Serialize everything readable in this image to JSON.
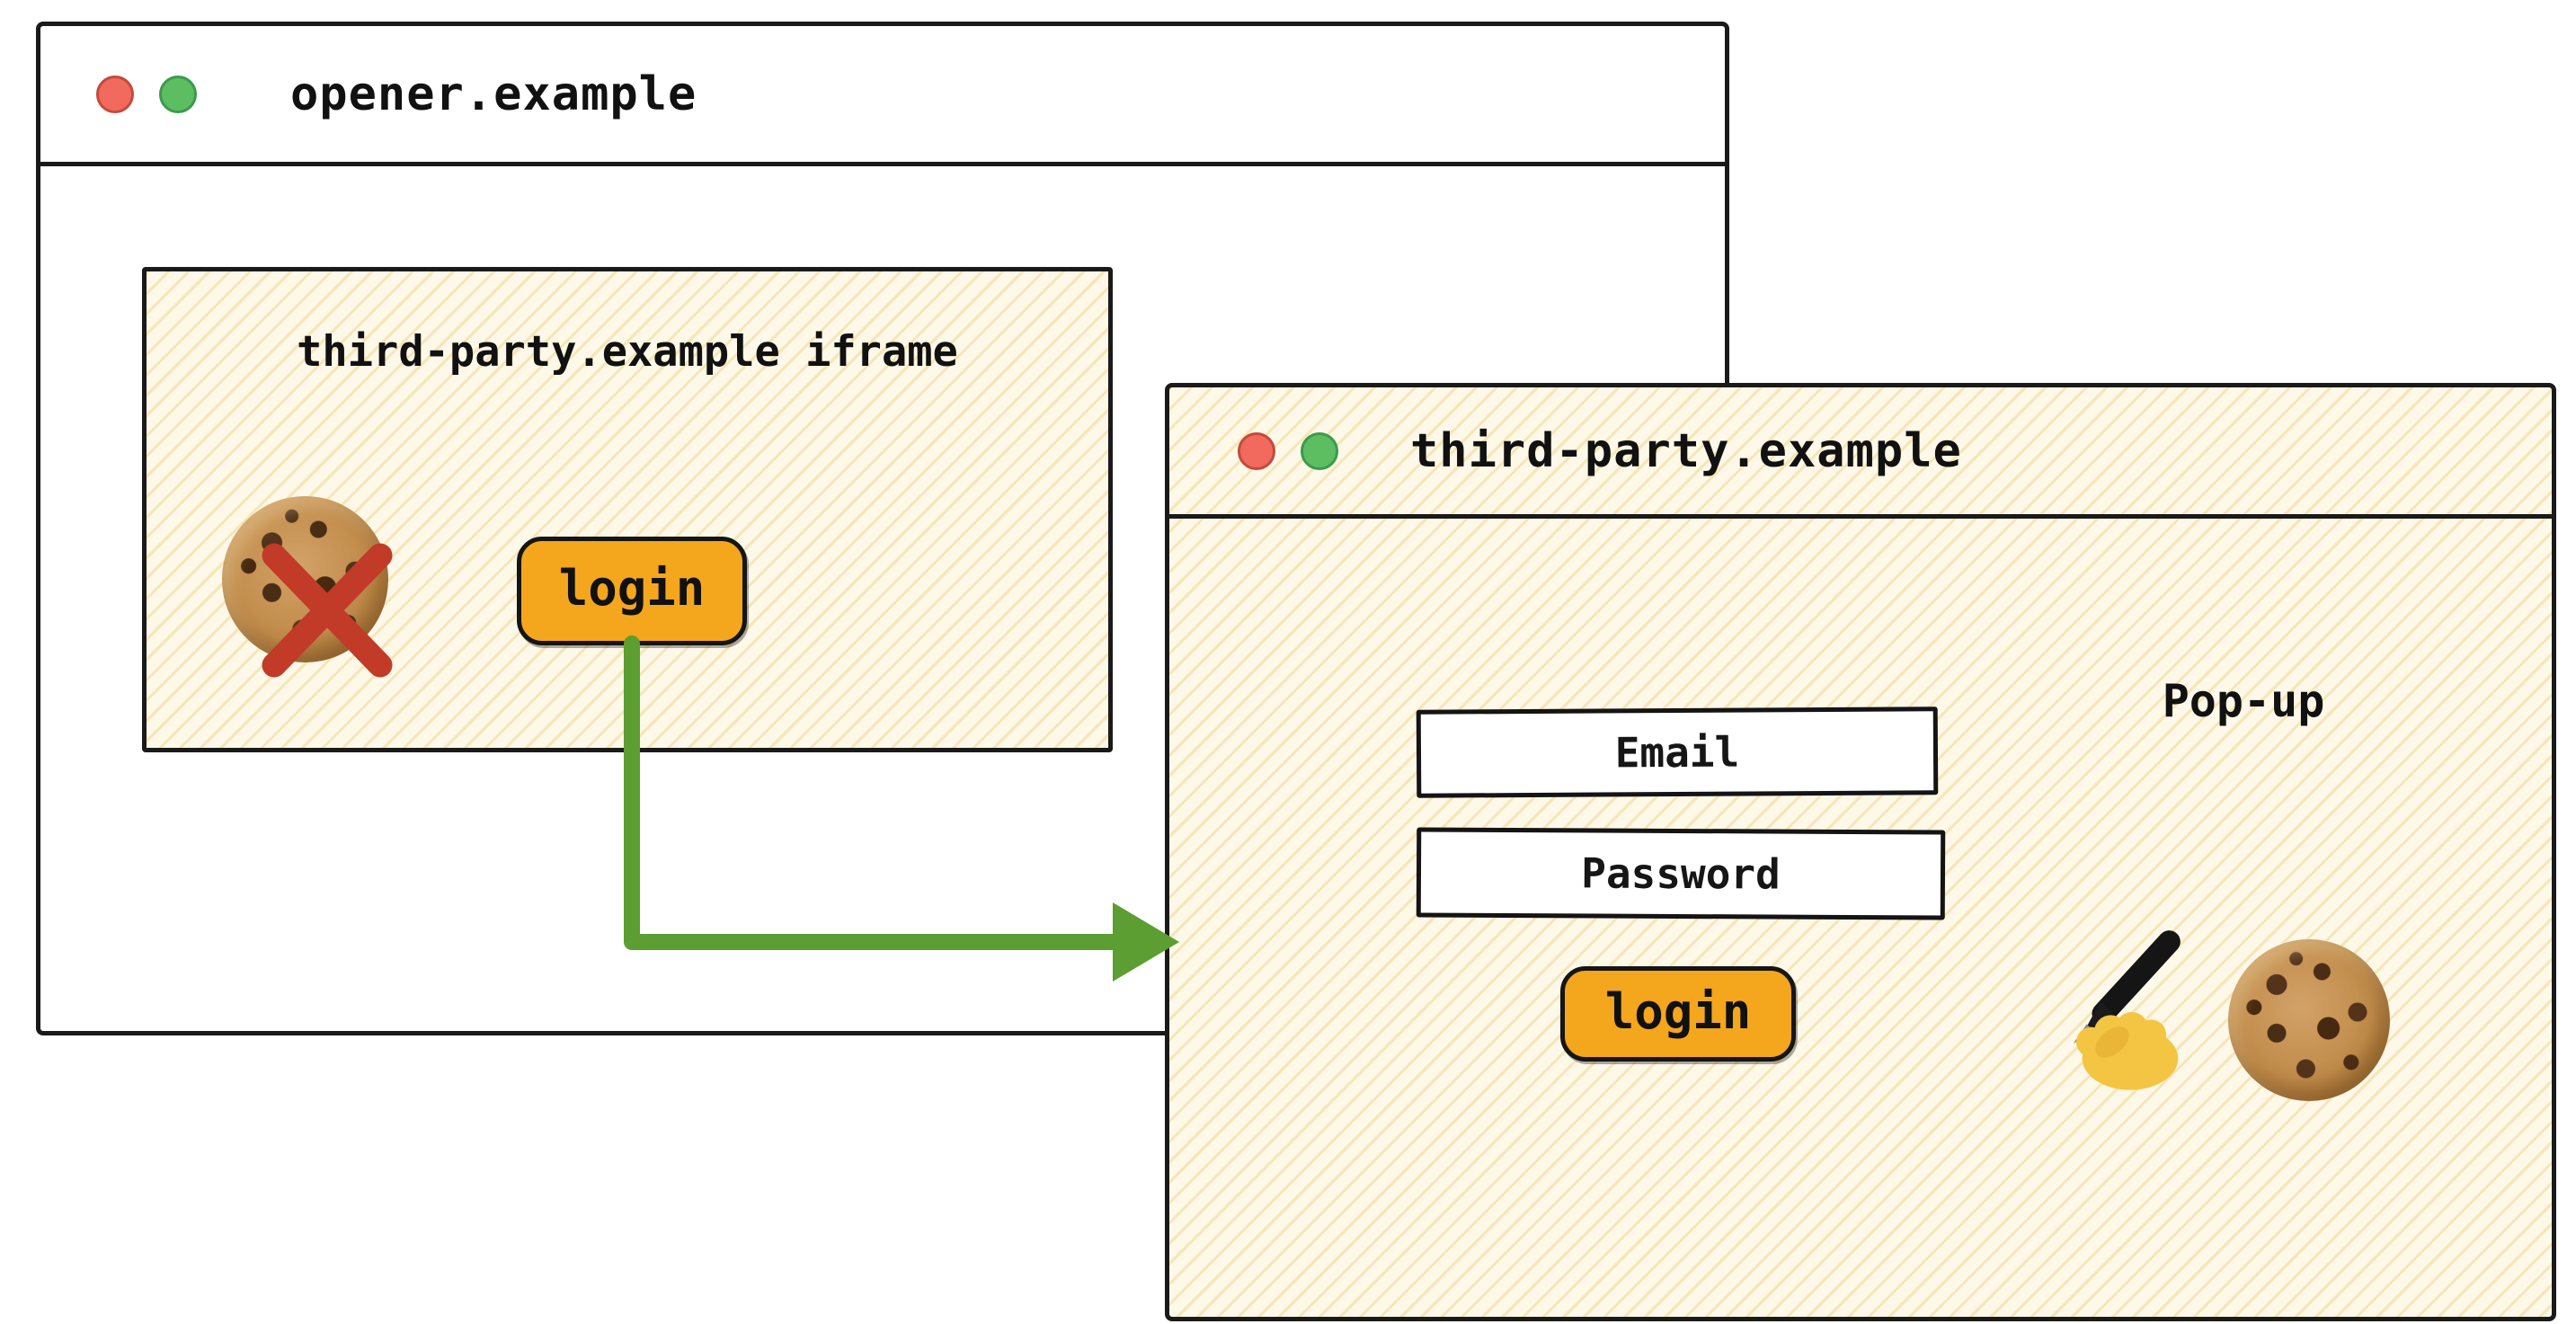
{
  "opener_window": {
    "title": "opener.example",
    "iframe": {
      "title": "third-party.example iframe",
      "login_button_label": "login"
    }
  },
  "popup_window": {
    "title": "third-party.example",
    "popup_label": "Pop-up",
    "email_placeholder": "Email",
    "password_placeholder": "Password",
    "login_button_label": "login"
  },
  "icons": {
    "opener_traffic_lights": [
      "close-icon",
      "minimize-icon"
    ],
    "popup_traffic_lights": [
      "close-icon",
      "minimize-icon"
    ],
    "blocked_cookie": "cookie-icon crossed out by red-cross-icon (third-party cookie blocked)",
    "writing_hand": "writing-hand-icon (cookie being written in pop-up)",
    "popup_cookie": "cookie-icon"
  },
  "colors": {
    "login_button_orange": "#F4A61D",
    "arrow_green": "#5C9E31",
    "cross_red": "#C23A28",
    "traffic_light_red": "#F16A5D",
    "traffic_light_green": "#5DBE61",
    "hatch_base": "#FDF8E8",
    "hatch_line": "#EFD9A0",
    "outline_black": "#1A1A1A"
  }
}
